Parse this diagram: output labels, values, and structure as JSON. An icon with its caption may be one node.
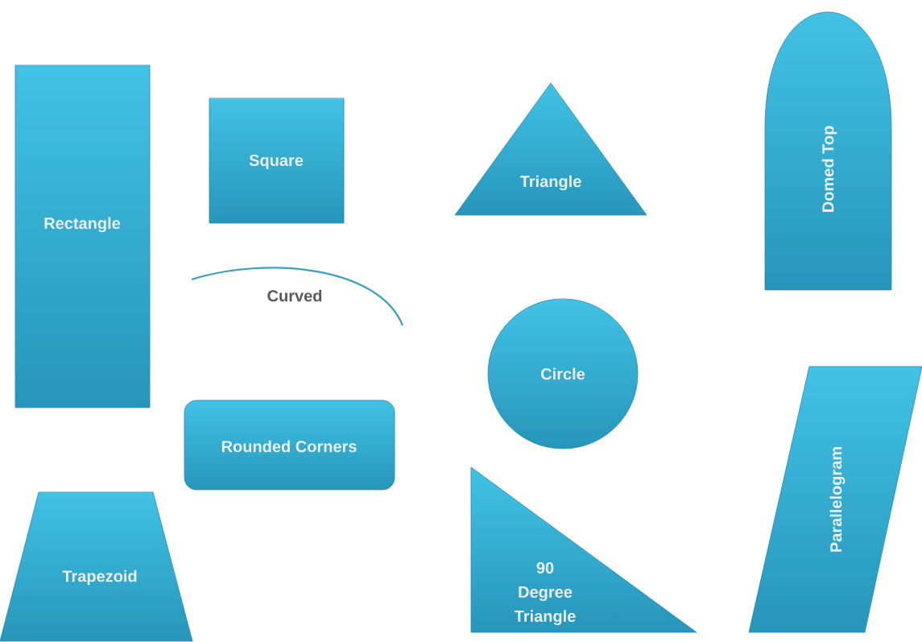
{
  "diagram": {
    "nodes": [
      {
        "text": [
          "Rectangle"
        ]
      },
      {
        "text": [
          "Square"
        ]
      },
      {
        "text": [
          "Triangle"
        ]
      },
      {
        "text": [
          "Domed Top"
        ]
      },
      {
        "text": [
          "Curved"
        ]
      },
      {
        "text": [
          "Circle"
        ]
      },
      {
        "text": [
          "Rounded Corners"
        ]
      },
      {
        "text": [
          "Parallelogram"
        ]
      },
      {
        "text": [
          "Trapezoid"
        ]
      },
      {
        "text": [
          "90 Degree Triangle"
        ]
      }
    ]
  }
}
